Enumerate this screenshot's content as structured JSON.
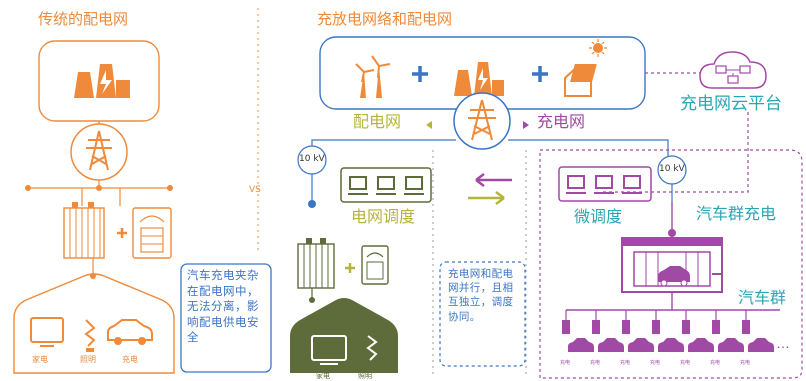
{
  "left_title": "传统的配电网",
  "right_title": "充放电网络和配电网",
  "vs": "VS",
  "left_house_items": [
    "家电",
    "照明",
    "充电"
  ],
  "left_note": "汽车充电夹杂在配电网中，无法分离，影响配电供电安全",
  "distribution_label": "配电网",
  "charging_label": "充电网",
  "cloud_platform": "充电网云平台",
  "kv_left": "10 kV",
  "kv_right": "10 kV",
  "grid_dispatch": "电网调度",
  "micro_dispatch": "微调度",
  "ev_charging_group": "汽车群充电",
  "ev_group": "汽车群",
  "right_note": "充电网和配电网并行，且相互独立，调度协同。",
  "house2_items": [
    "家电",
    "照明"
  ],
  "ev_small_label": "充电",
  "colors": {
    "orange": "#ef8a3a",
    "blue": "#3a76c4",
    "purple": "#a04aa6",
    "olive": "#5e6b3b",
    "teal": "#2aa7b5"
  }
}
